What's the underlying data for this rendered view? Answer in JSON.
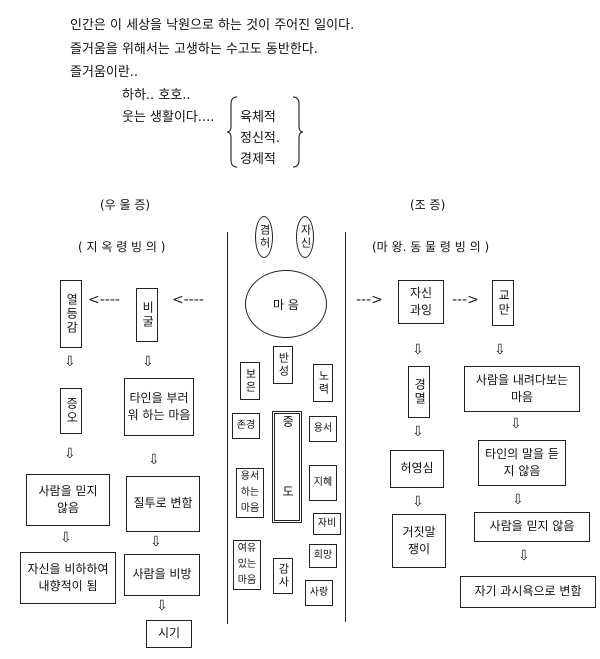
{
  "intro": {
    "lines": [
      "인간은 이 세상을 낙원으로 하는 것이 주어진 일이다.",
      "즐거움을 위해서는 고생하는 수고도 동반한다.",
      "즐거움이란..",
      "하하.. 호호..",
      "웃는 생활이다...."
    ],
    "brace_items": [
      "육체적",
      "정신적.",
      "경제적"
    ]
  },
  "left": {
    "title": "(우 울 증)",
    "subtitle": "( 지 옥 령 빙 의 )",
    "col1": [
      "열등감",
      "증오",
      "사람을 믿지 않음",
      "자신을 비하하여 내향적이 됨"
    ],
    "col2": [
      "비굴",
      "타인을 부러워 하는 마음",
      "질투로 변함",
      "사람을 비방",
      "시기"
    ]
  },
  "right": {
    "title": "(조 증)",
    "subtitle": "(마 왕. 동 물 령 빙 의 )",
    "col1": [
      "자신 과잉",
      "경멸",
      "허영심",
      "거짓말 쟁이"
    ],
    "col2": [
      "교만",
      "사람을 내려다보는 마음",
      "타인의 말을 듣지 않음",
      "사람을 믿지 않음",
      "자기 과시욕으로 변함"
    ]
  },
  "center": {
    "ovals": [
      "겸허",
      "자신"
    ],
    "heart": "마 음",
    "core": "중 도",
    "items": [
      "반성",
      "보은",
      "노력",
      "존경",
      "용서",
      "용서 하는 마음",
      "지혜",
      "자비",
      "여유 있는 마음",
      "감사",
      "희망",
      "사랑"
    ]
  }
}
